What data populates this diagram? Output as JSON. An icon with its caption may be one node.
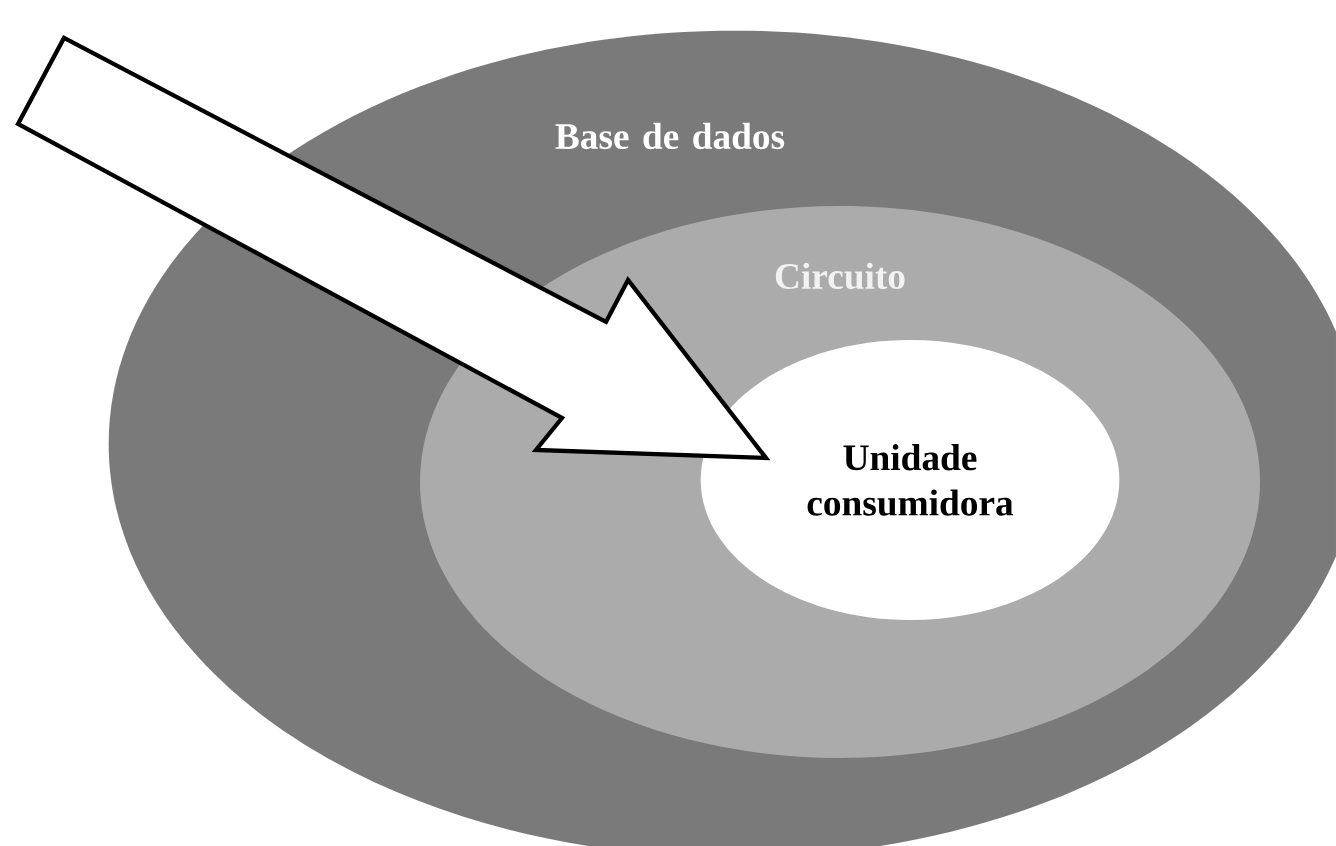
{
  "diagram": {
    "nodes": [
      {
        "text": [
          "Base de dados"
        ]
      },
      {
        "text": [
          "Circuito"
        ],
        "in": 0
      },
      {
        "text": [
          "Unidade consumidora"
        ],
        "in": 1
      }
    ],
    "edges": [
      {
        "from": null,
        "to": 2,
        "arrow": "to"
      }
    ]
  }
}
